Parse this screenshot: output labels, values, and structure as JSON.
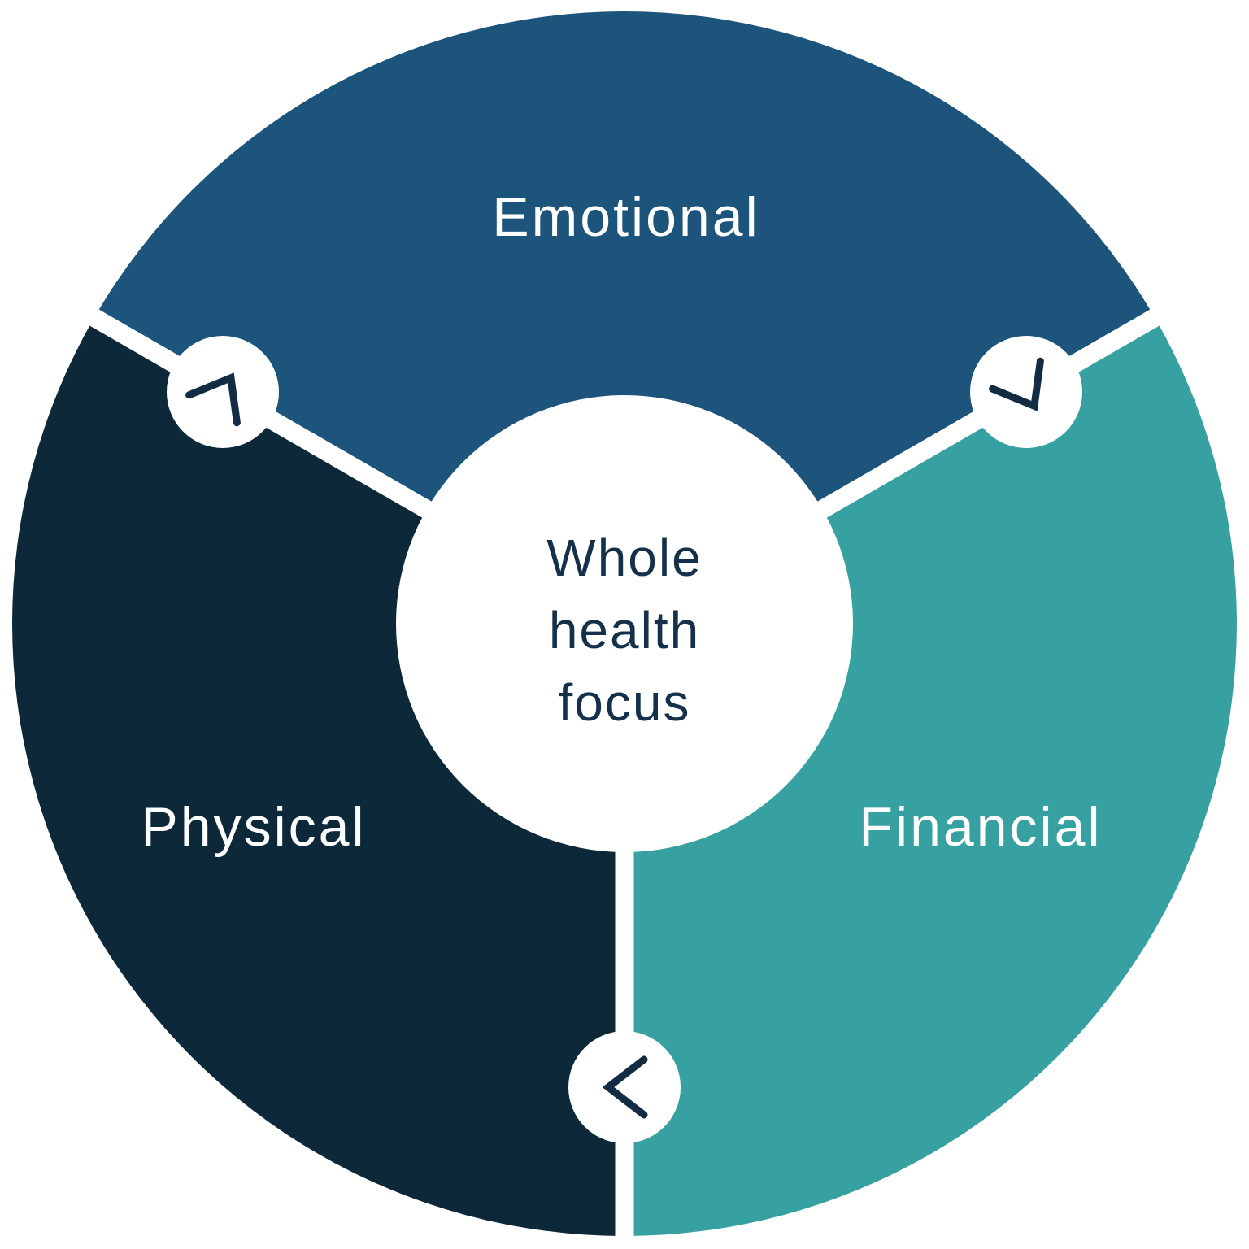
{
  "diagram": {
    "title": "Whole health focus",
    "center": {
      "line1": "Whole",
      "line2": "health",
      "line3": "focus"
    },
    "segments": [
      {
        "id": "emotional",
        "label": "Emotional",
        "color": "#1d547b",
        "position": "top"
      },
      {
        "id": "financial",
        "label": "Financial",
        "color": "#37a0a0",
        "position": "bottom-right"
      },
      {
        "id": "physical",
        "label": "Physical",
        "color": "#0c2839",
        "position": "bottom-left"
      }
    ],
    "arrows": {
      "icon": "chevron",
      "direction": "clockwise",
      "color": "#132c44"
    },
    "colors": {
      "background": "#ffffff",
      "divider": "#ffffff",
      "segment_label_text": "#ffffff",
      "center_text": "#14304a"
    }
  }
}
